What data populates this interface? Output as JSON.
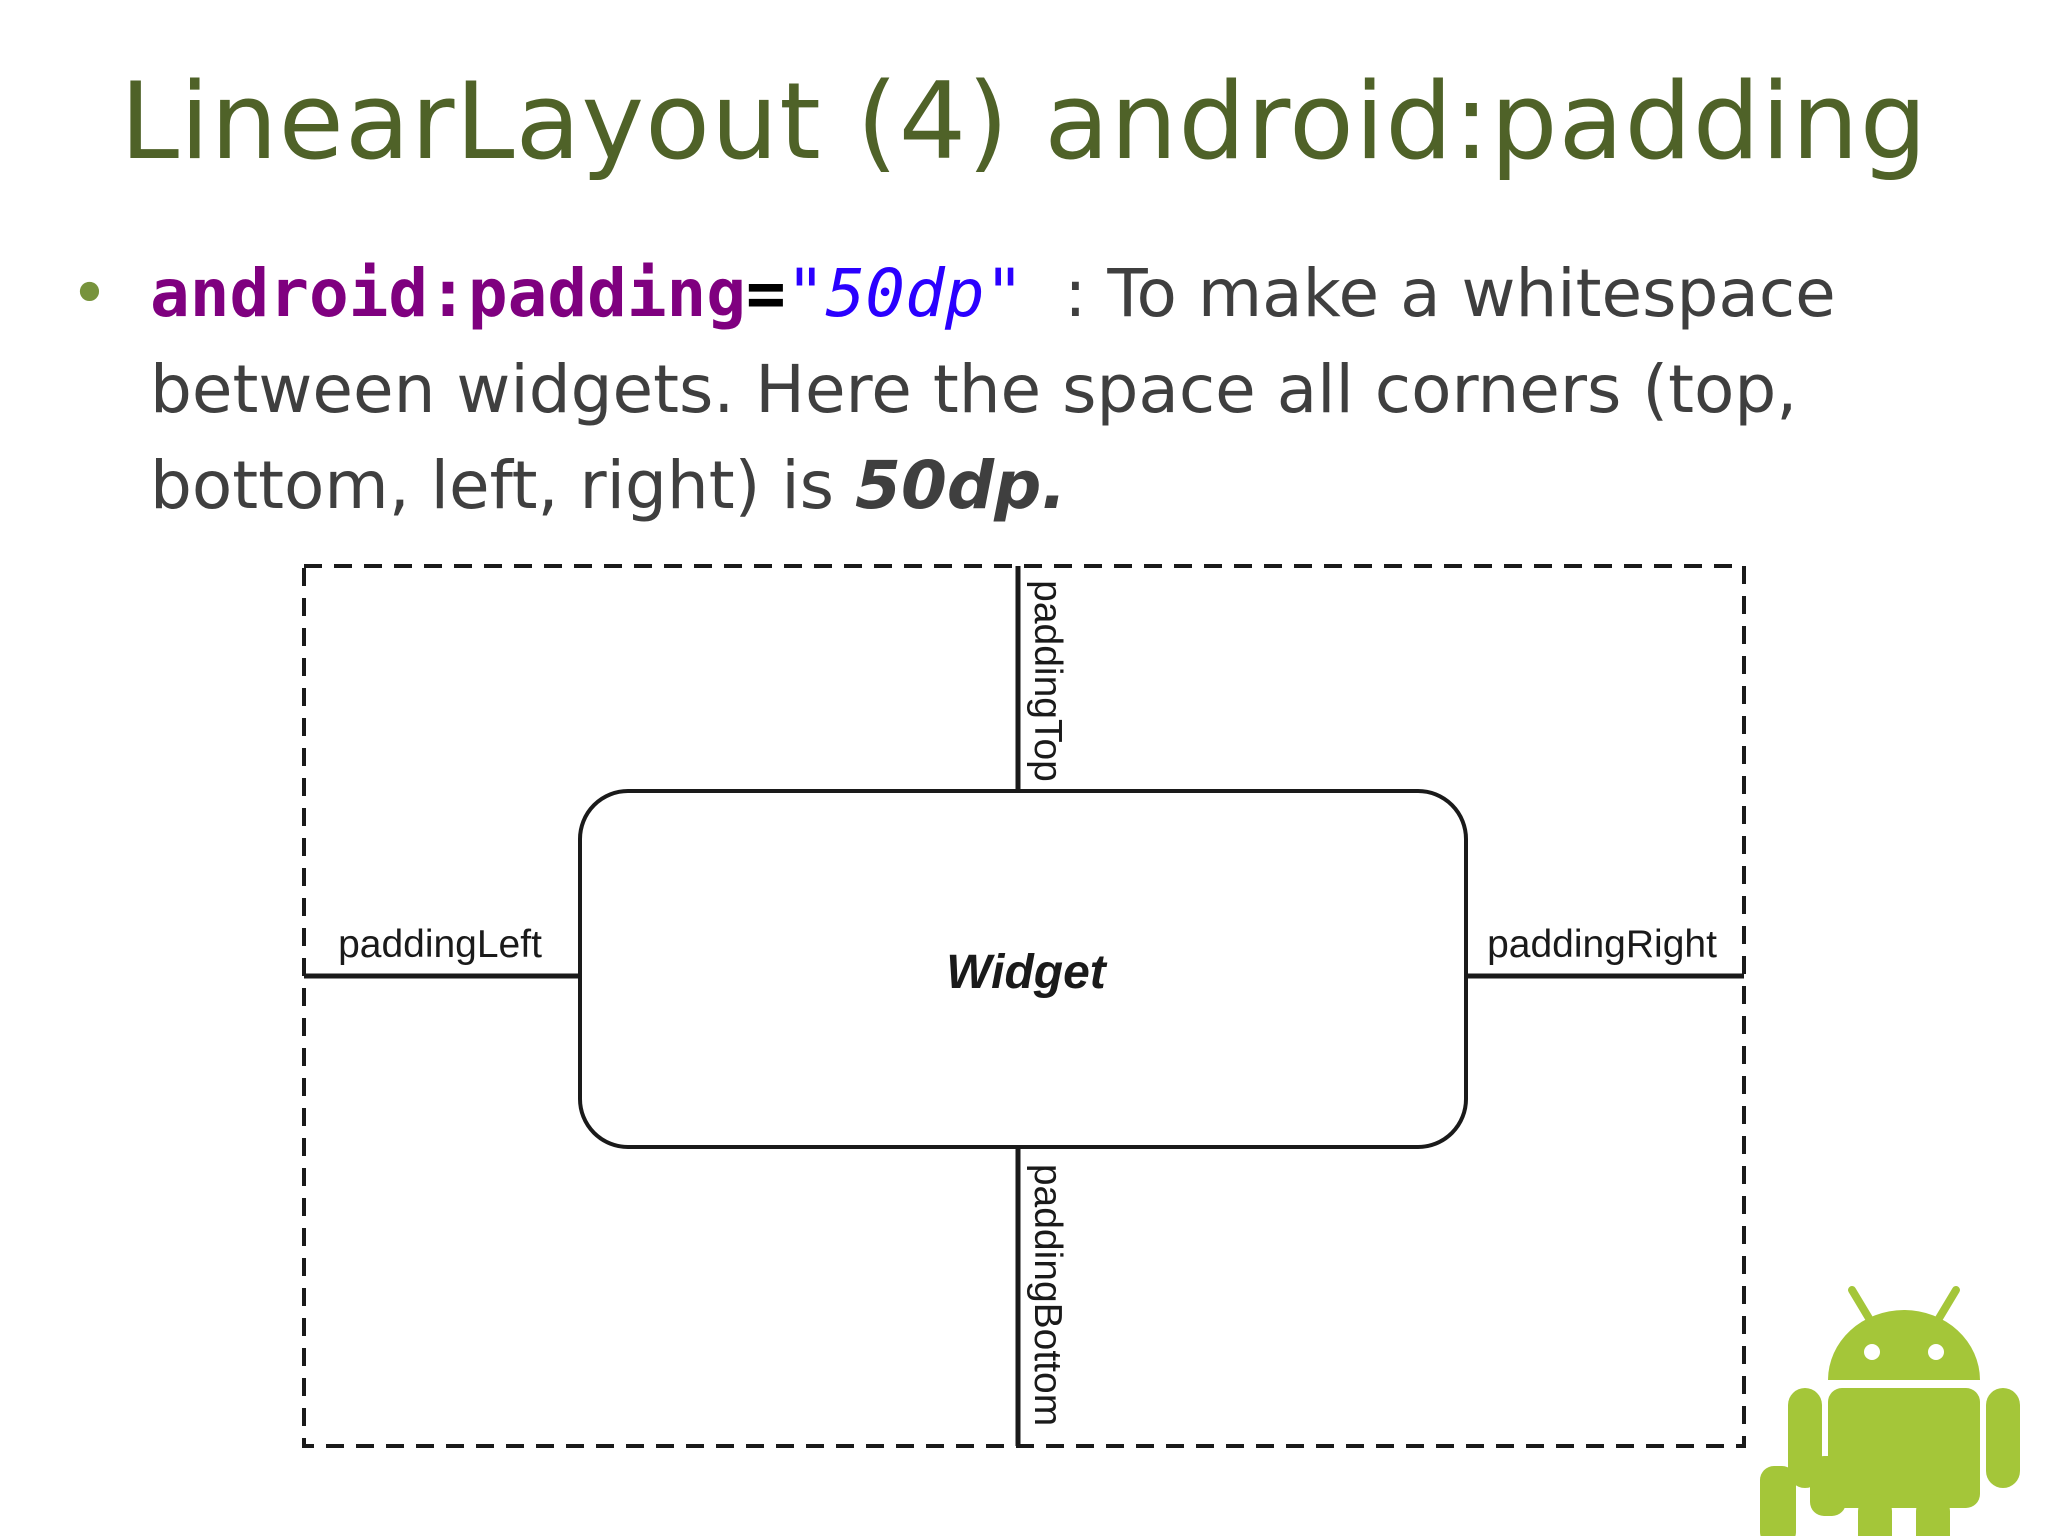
{
  "slide": {
    "title": "LinearLayout (4) android:padding"
  },
  "bullet": {
    "code_attr": "android:padding",
    "code_eq": "=",
    "code_value": "\"50dp\"",
    "text_before_emph": ": To make a whitespace between widgets. Here the space all corners (top, bottom, left, right) is ",
    "emph": "50dp."
  },
  "diagram": {
    "widget_label": "Widget",
    "padding_top_label": "paddingTop",
    "padding_bottom_label": "paddingBottom",
    "padding_left_label": "paddingLeft",
    "padding_right_label": "paddingRight"
  },
  "colors": {
    "title": "#4f6228",
    "bullet_dot": "#77933c",
    "code_attr": "#7f007f",
    "code_value": "#2a00ff",
    "body_text": "#3f3f3f",
    "android_green": "#a4c639"
  },
  "icons": {
    "logo": "android-robot-logo"
  }
}
